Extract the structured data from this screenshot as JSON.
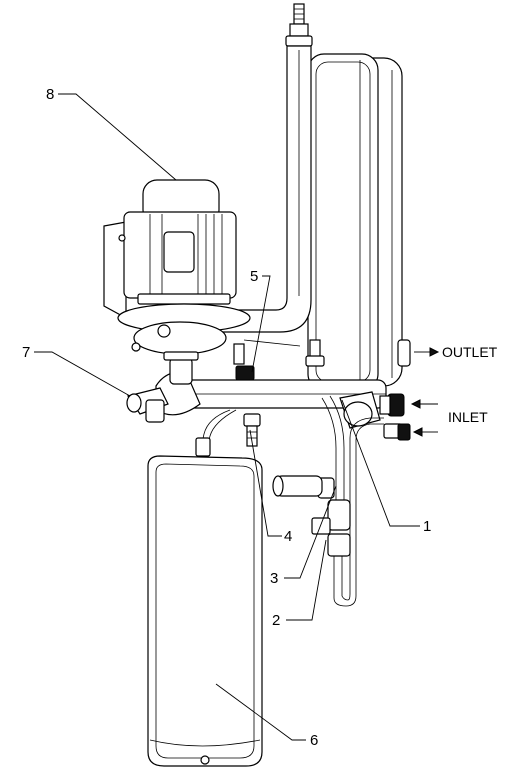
{
  "callouts": {
    "c1": "1",
    "c2": "2",
    "c3": "3",
    "c4": "4",
    "c5": "5",
    "c6": "6",
    "c7": "7",
    "c8": "8"
  },
  "flow_labels": {
    "outlet": "OUTLET",
    "inlet": "INLET"
  }
}
